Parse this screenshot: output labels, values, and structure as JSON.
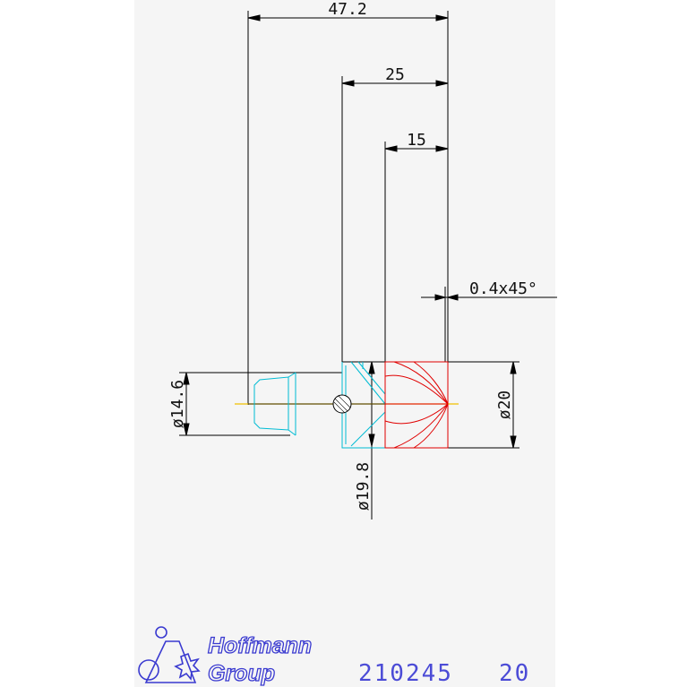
{
  "drawing": {
    "dimensions": {
      "overall_length": "47.2",
      "mid_length": "25",
      "cut_length": "15",
      "chamfer": "0.4x45°",
      "shank_diameter": "ø14.6",
      "neck_diameter": "ø19.8",
      "cut_diameter": "ø20"
    }
  },
  "footer": {
    "brand_line1": "Hoffmann",
    "brand_line2": "Group",
    "part_number": "210245",
    "size": "20"
  },
  "colors": {
    "dimension_lines": "#000000",
    "shank_outline": "#00bcd4",
    "cutting_edges": "#e00000",
    "centerline": "#f0c000",
    "brand": "#3a3ad0"
  }
}
